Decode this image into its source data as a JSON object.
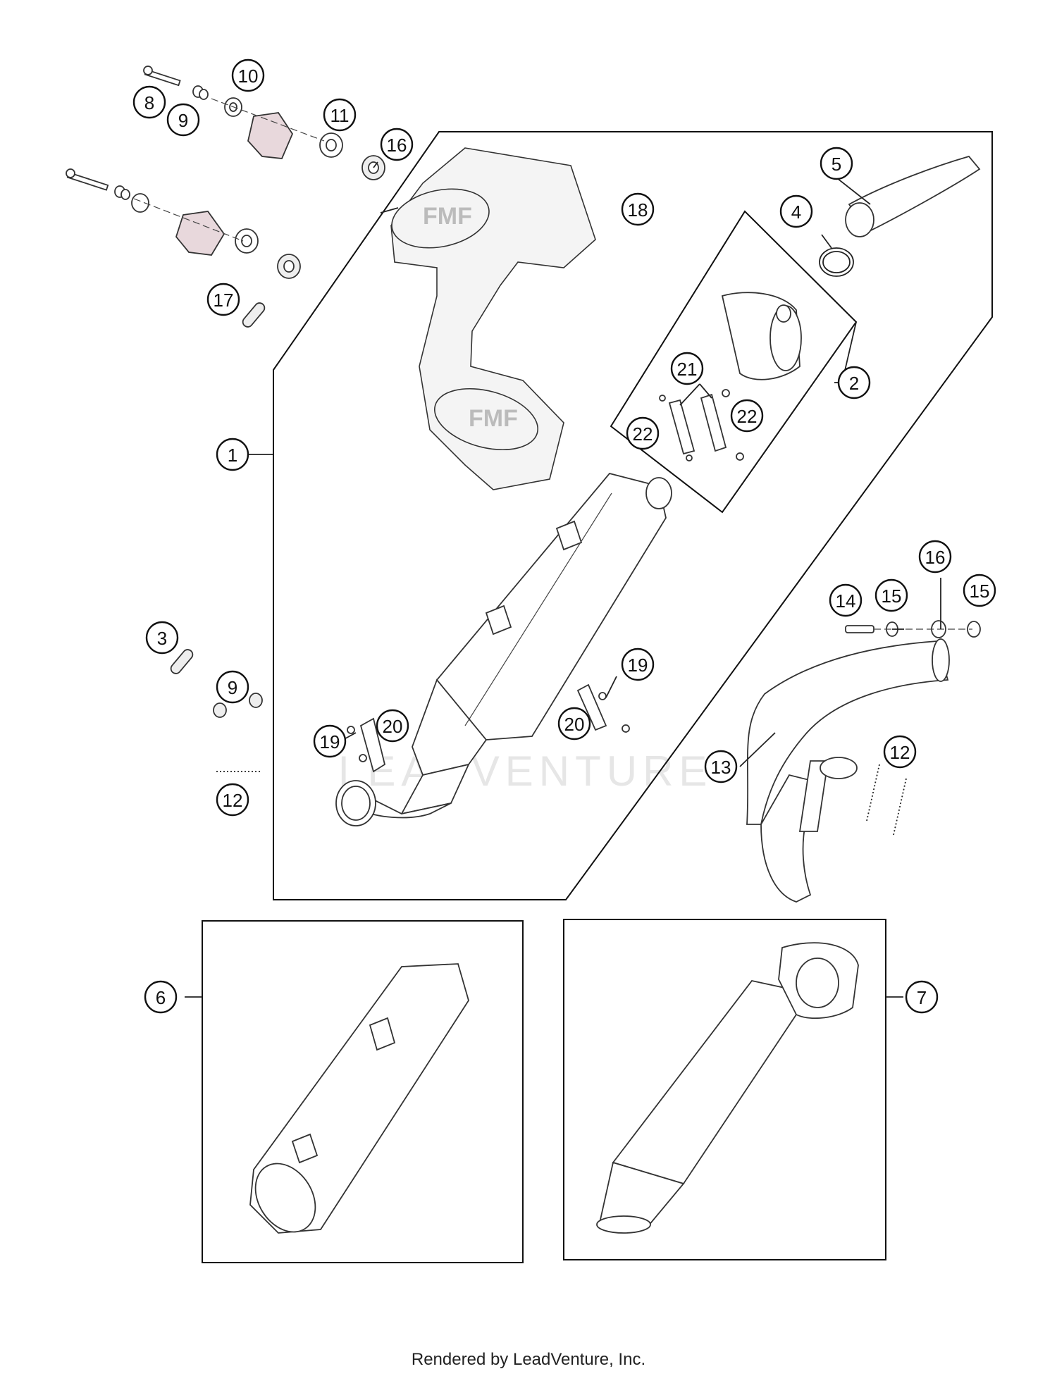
{
  "footer": {
    "text": "Rendered by LeadVenture, Inc."
  },
  "watermark": {
    "text": "LEADVENTURE"
  },
  "callouts": [
    {
      "id": "c1",
      "label": "1"
    },
    {
      "id": "c2",
      "label": "2"
    },
    {
      "id": "c3",
      "label": "3"
    },
    {
      "id": "c4",
      "label": "4"
    },
    {
      "id": "c5",
      "label": "5"
    },
    {
      "id": "c6",
      "label": "6"
    },
    {
      "id": "c7",
      "label": "7"
    },
    {
      "id": "c8",
      "label": "8"
    },
    {
      "id": "c9a",
      "label": "9"
    },
    {
      "id": "c9b",
      "label": "9"
    },
    {
      "id": "c10",
      "label": "10"
    },
    {
      "id": "c11",
      "label": "11"
    },
    {
      "id": "c12a",
      "label": "12"
    },
    {
      "id": "c12b",
      "label": "12"
    },
    {
      "id": "c13",
      "label": "13"
    },
    {
      "id": "c14",
      "label": "14"
    },
    {
      "id": "c15a",
      "label": "15"
    },
    {
      "id": "c15b",
      "label": "15"
    },
    {
      "id": "c16a",
      "label": "16"
    },
    {
      "id": "c16b",
      "label": "16"
    },
    {
      "id": "c17",
      "label": "17"
    },
    {
      "id": "c18",
      "label": "18"
    },
    {
      "id": "c19a",
      "label": "19"
    },
    {
      "id": "c19b",
      "label": "19"
    },
    {
      "id": "c20a",
      "label": "20"
    },
    {
      "id": "c20b",
      "label": "20"
    },
    {
      "id": "c21",
      "label": "21"
    },
    {
      "id": "c22a",
      "label": "22"
    },
    {
      "id": "c22b",
      "label": "22"
    }
  ],
  "colors": {
    "line": "#222222",
    "callout_fill": "#ffffff",
    "mount_tint": "#e8d8dc"
  }
}
